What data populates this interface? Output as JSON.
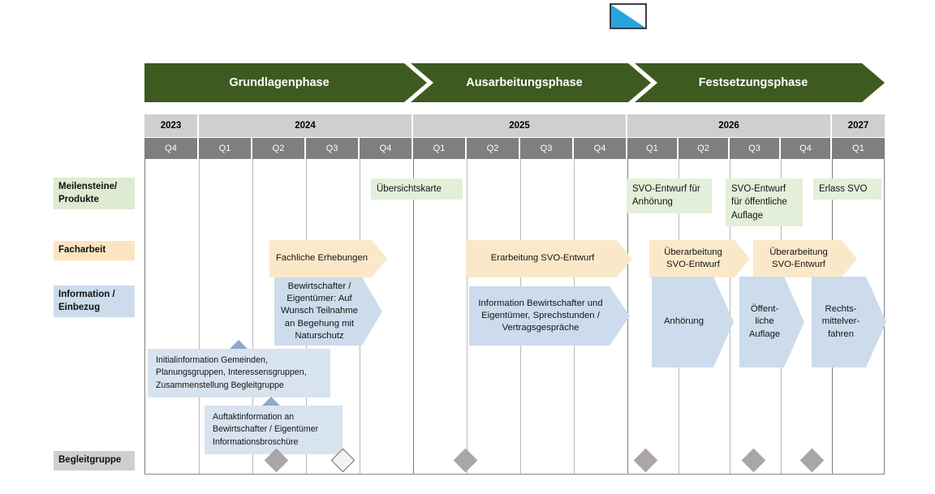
{
  "logo": {
    "name": "canton-logo",
    "colors": {
      "accent": "#29a3dc",
      "frame": "#3b3b46"
    }
  },
  "colors": {
    "phase_green": "#3d5b20",
    "milestone_green": "#e3efd8",
    "facharbeit_yellow": "#fae9c8",
    "info_blue": "#ccdcec",
    "callout_blue": "#d8e3f0",
    "header_gray": "#7f7f7f",
    "year_gray": "#cfcfcf",
    "diamond_gray": "#aaa6a6"
  },
  "phases": [
    {
      "label": "Grundlagenphase"
    },
    {
      "label": "Ausarbeitungsphase"
    },
    {
      "label": "Festsetzungsphase"
    }
  ],
  "timeline": {
    "years": [
      {
        "label": "2023",
        "quarters": 1
      },
      {
        "label": "2024",
        "quarters": 4
      },
      {
        "label": "2025",
        "quarters": 4
      },
      {
        "label": "2026",
        "quarters": 4
      },
      {
        "label": "2027",
        "quarters": 1
      }
    ],
    "quarters": [
      "Q4",
      "Q1",
      "Q2",
      "Q3",
      "Q4",
      "Q1",
      "Q2",
      "Q3",
      "Q4",
      "Q1",
      "Q2",
      "Q3",
      "Q4",
      "Q1"
    ]
  },
  "rows": [
    {
      "key": "meilensteine",
      "label": "Meilensteine/\nProdukte"
    },
    {
      "key": "facharbeit",
      "label": "Facharbeit"
    },
    {
      "key": "information",
      "label": "Information /\nEinbezug"
    },
    {
      "key": "begleitgruppe",
      "label": "Begleitgruppe"
    }
  ],
  "row_labels": {
    "meilensteine": "Meilensteine/ Produkte",
    "facharbeit": "Facharbeit",
    "information": "Information / Einbezug",
    "begleitgruppe": "Begleitgruppe"
  },
  "milestones": [
    {
      "label": "Übersichtskarte"
    },
    {
      "label": "SVO-Entwurf für Anhörung"
    },
    {
      "label": "SVO-Entwurf für öffentliche Auflage"
    },
    {
      "label": "Erlass SVO"
    }
  ],
  "facharbeit": [
    {
      "label": "Fachliche Erhebungen"
    },
    {
      "label": "Erarbeitung SVO-Entwurf"
    },
    {
      "label": "Überarbeitung SVO-Entwurf"
    },
    {
      "label": "Überarbeitung SVO-Entwurf"
    }
  ],
  "information": [
    {
      "label": "Bewirtschafter / Eigentümer: Auf Wunsch Teilnahme an Begehung mit Naturschutz"
    },
    {
      "label": "Information Bewirtschafter und Eigentümer, Sprechstunden / Vertragsgespräche"
    },
    {
      "label": "Anhörung"
    },
    {
      "label": "Öffent- liche Auflage"
    },
    {
      "label": "Rechts- mittelver- fahren"
    }
  ],
  "callouts": [
    {
      "label": "Initialinformation Gemeinden, Planungsgruppen, Interessensgruppen, Zusammenstellung Begleitgruppe"
    },
    {
      "label": "Auftaktinformation an Bewirtschafter / Eigentümer Informationsbroschüre"
    }
  ],
  "begleitgruppe_markers": [
    {
      "style": "filled"
    },
    {
      "style": "hollow"
    },
    {
      "style": "filled"
    },
    {
      "style": "filled"
    },
    {
      "style": "filled"
    },
    {
      "style": "filled"
    }
  ]
}
